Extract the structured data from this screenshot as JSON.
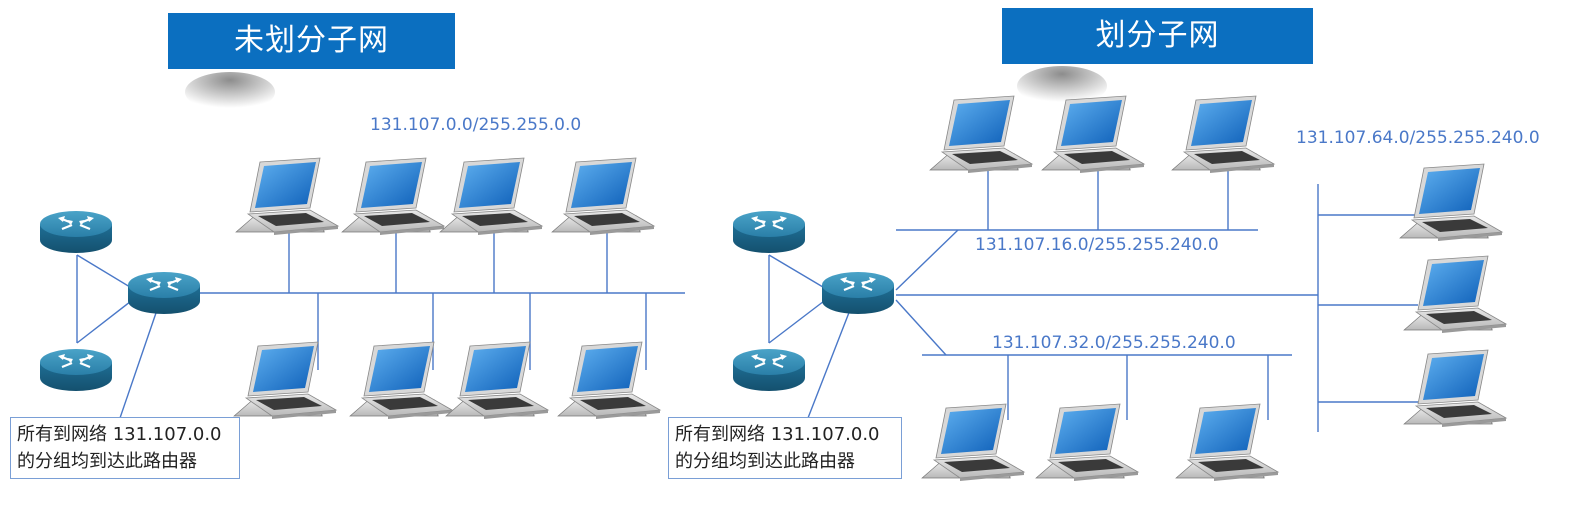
{
  "colors": {
    "banner": "#0b6fc0",
    "network_line": "#4a78c8",
    "router_body": "#1d6c93",
    "laptop_screen": "#1f7bd8"
  },
  "left_diagram": {
    "title": "未划分子网",
    "network_label": "131.107.0.0/255.255.0.0",
    "note_line1": "所有到网络 131.107.0.0",
    "note_line2": "的分组均到达此路由器"
  },
  "right_diagram": {
    "title": "划分子网",
    "subnet_top_label": "131.107.16.0/255.255.240.0",
    "subnet_middle_label": "131.107.64.0/255.255.240.0",
    "subnet_bottom_label": "131.107.32.0/255.255.240.0",
    "note_line1": "所有到网络 131.107.0.0",
    "note_line2": "的分组均到达此路由器"
  },
  "icons": {
    "router": "router-icon",
    "laptop": "laptop-icon"
  }
}
